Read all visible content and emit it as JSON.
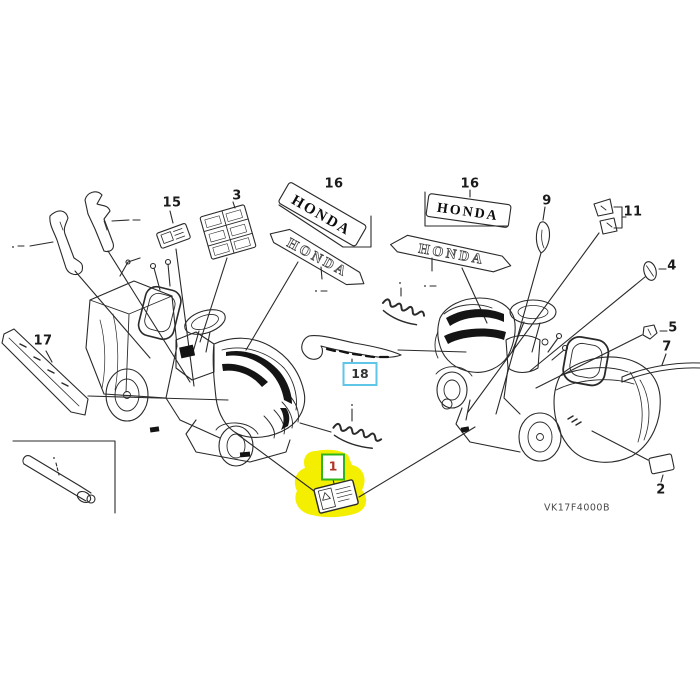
{
  "diagram": {
    "part_code": "VK17F4000B",
    "emblems": {
      "left_badge": "HONDA",
      "left_decal": "HONDA",
      "right_badge": "HONDA",
      "right_decal": "HONDA"
    },
    "callouts": {
      "c1": {
        "label": "1",
        "highlighted": "selected-yellow-green"
      },
      "c2": {
        "label": "2"
      },
      "c3": {
        "label": "3"
      },
      "c4": {
        "label": "4"
      },
      "c5": {
        "label": "5"
      },
      "c7": {
        "label": "7"
      },
      "c9": {
        "label": "9"
      },
      "c11": {
        "label": "11"
      },
      "c15": {
        "label": "15"
      },
      "c16_left": {
        "label": "16"
      },
      "c16_right": {
        "label": "16"
      },
      "c17": {
        "label": "17"
      },
      "c18": {
        "label": "18",
        "highlighted": "cyan-box"
      }
    },
    "colors": {
      "line": "#2a2a2a",
      "highlight_yellow": "#f4ef00",
      "selected_box_green": "#2fb51c",
      "secondary_box_cyan": "#5fc6e8",
      "callout1_number_red": "#b03222",
      "decal_black": "#141414"
    }
  }
}
